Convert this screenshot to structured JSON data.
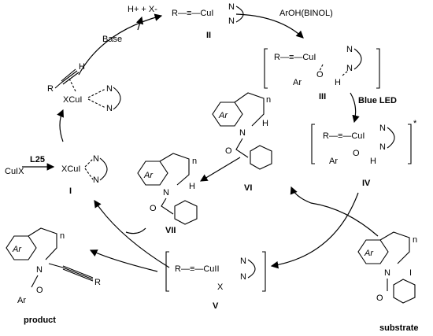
{
  "catalyst": {
    "precursor": "CuIX",
    "ligand": "L25"
  },
  "intermediates": {
    "I": {
      "label": "I",
      "formula": "XCuI"
    },
    "II": {
      "label": "II",
      "formula": "R—≡—CuI"
    },
    "III": {
      "label": "III",
      "formula": "R—≡—CuI",
      "O": "O",
      "H": "H",
      "Ar": "Ar",
      "N": "N"
    },
    "IV": {
      "label": "IV",
      "formula": "R—≡—CuI",
      "star": "*"
    },
    "V": {
      "label": "V",
      "formula": "R—≡—CuII",
      "X": "X"
    },
    "VI": {
      "label": "VI",
      "Ar": "Ar",
      "n": "n",
      "H": "H"
    },
    "VII": {
      "label": "VII",
      "Ar": "Ar",
      "n": "n",
      "H": "H"
    }
  },
  "reagents": {
    "base": "Base",
    "byproduct": "H+ + X-",
    "additive": "ArOH(BINOL)",
    "light": "Blue LED"
  },
  "species": {
    "alkyne_complex": {
      "R": "R",
      "H": "H",
      "Cu": "XCuI"
    },
    "product": {
      "label": "product",
      "Ar": "Ar",
      "R": "R",
      "Ar_acyl": "Ar",
      "n": "n"
    },
    "substrate": {
      "label": "substrate",
      "Ar": "Ar",
      "I": "I",
      "n": "n"
    }
  },
  "atoms": {
    "N": "N",
    "O": "O"
  }
}
